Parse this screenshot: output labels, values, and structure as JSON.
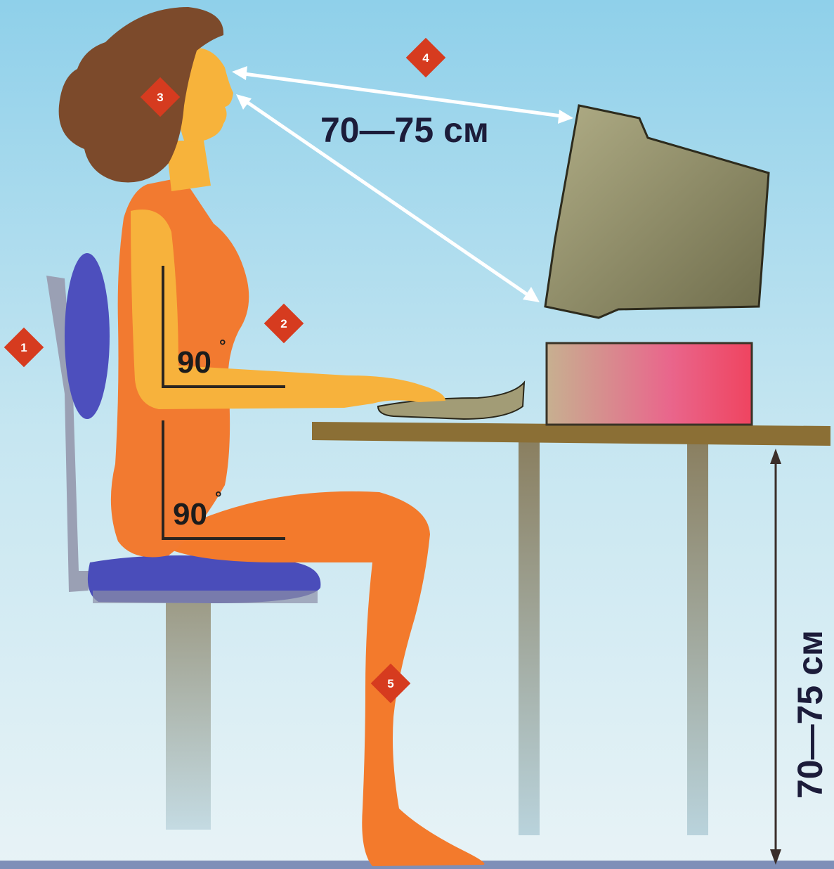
{
  "labels": {
    "eye_distance": "70—75 см",
    "desk_height": "70—75 см",
    "elbow_angle": "90",
    "hip_angle": "90",
    "degree_symbol": "°"
  },
  "markers": [
    {
      "id": "marker-1",
      "text": "1"
    },
    {
      "id": "marker-2",
      "text": "2"
    },
    {
      "id": "marker-3",
      "text": "3"
    },
    {
      "id": "marker-4",
      "text": "4"
    },
    {
      "id": "marker-5",
      "text": "5"
    }
  ],
  "colors": {
    "background": "#bfe2f0",
    "body": "#f07a2a",
    "arm": "#f6b23a",
    "hair": "#7a4a2c",
    "chair": "#4a4fb8",
    "chair_frame": "#8e93a8",
    "desk": "#8a7038",
    "monitor": "#8c8a62",
    "system_unit": "#e55a78",
    "marker": "#d23a1e",
    "text": "#1a1a2e"
  }
}
